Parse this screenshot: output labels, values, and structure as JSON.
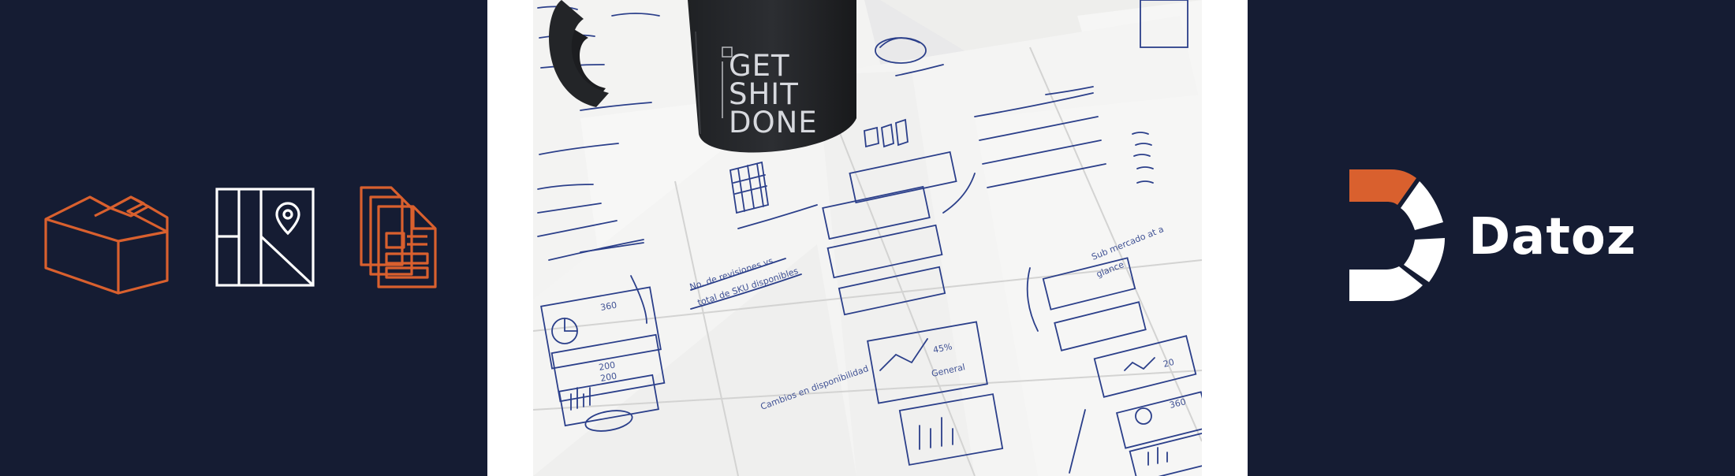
{
  "colors": {
    "navy": "#151c33",
    "orange": "#d9602e",
    "white": "#ffffff",
    "ink": "#2b3f8a"
  },
  "icons": {
    "left": [
      "boxes-icon",
      "map-pin-icon",
      "documents-icon"
    ]
  },
  "photo": {
    "mug_text": [
      "GET",
      "SHIT",
      "DONE"
    ]
  },
  "brand": {
    "logo_icon": "datoz-d-logo-icon",
    "name": "Datoz"
  }
}
